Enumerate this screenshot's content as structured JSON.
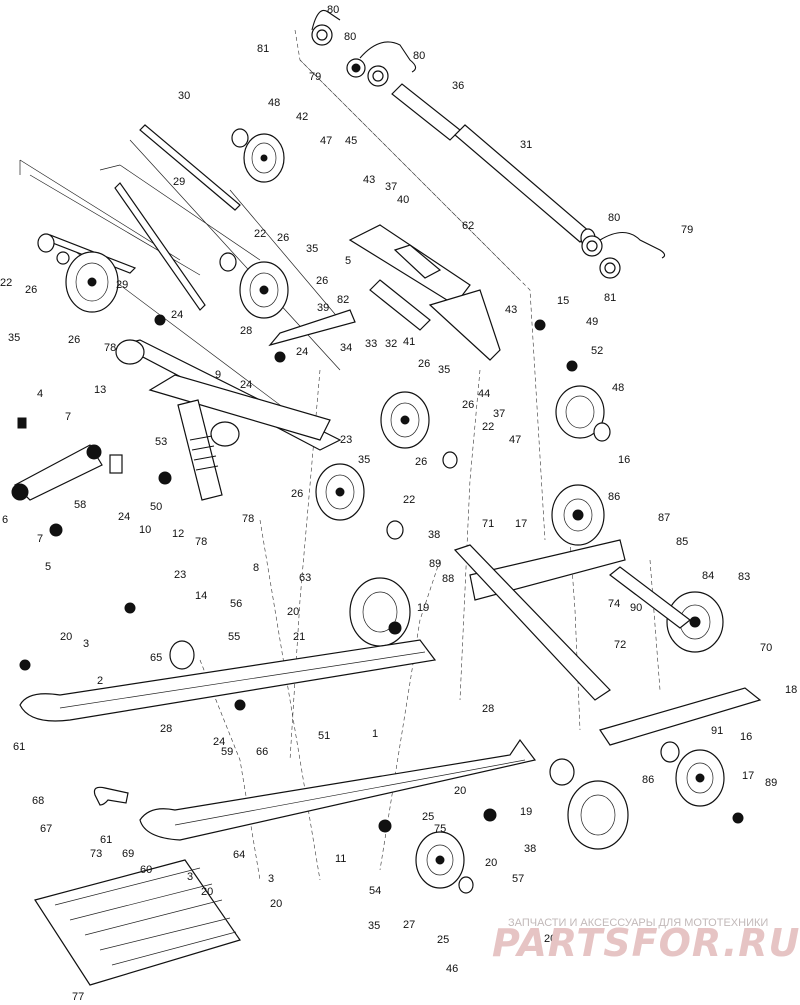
{
  "diagram": {
    "callouts": {
      "c80a": "80",
      "c81a": "81",
      "c79a": "79",
      "c80b": "80",
      "c80c": "80",
      "c36": "36",
      "c30": "30",
      "c48a": "48",
      "c42": "42",
      "c47a": "47",
      "c45": "45",
      "c31": "31",
      "c29a": "29",
      "c43a": "43",
      "c37a": "37",
      "c40": "40",
      "c22a": "22",
      "c26a": "26",
      "c62": "62",
      "c80d": "80",
      "c79b": "79",
      "c22b": "22",
      "c26b": "26",
      "c35a": "35",
      "c29b": "29",
      "c26c": "26",
      "c35b": "35",
      "c5a": "5",
      "c26d": "26",
      "c81b": "81",
      "c39": "39",
      "c82": "82",
      "c15": "15",
      "c24a": "24",
      "c28a": "28",
      "c78a": "78",
      "c24b": "24",
      "c34": "34",
      "c33": "33",
      "c32": "32",
      "c41": "41",
      "c43b": "43",
      "c49": "49",
      "c26e": "26",
      "c52": "52",
      "c13": "13",
      "c9": "9",
      "c24c": "24",
      "c35c": "35",
      "c4": "4",
      "c44": "44",
      "c26f": "26",
      "c48b": "48",
      "c7a": "7",
      "c37b": "37",
      "c47b": "47",
      "c22c": "22",
      "c53": "53",
      "c23a": "23",
      "c35d": "35",
      "c26g": "26",
      "c16a": "16",
      "c6": "6",
      "c58": "58",
      "c24d": "24",
      "c50": "50",
      "c26h": "26",
      "c22d": "22",
      "c7b": "7",
      "c10": "10",
      "c12": "12",
      "c78b": "78",
      "c86a": "86",
      "c17a": "17",
      "c87": "87",
      "c5b": "5",
      "c78c": "78",
      "c71": "71",
      "c38a": "38",
      "c85": "85",
      "c8": "8",
      "c63": "63",
      "c89a": "89",
      "c88": "88",
      "c84": "84",
      "c83": "83",
      "c23b": "23",
      "c20a": "20",
      "c19a": "19",
      "c74": "74",
      "c90": "90",
      "c14": "14",
      "c56": "56",
      "c21": "21",
      "c72": "72",
      "c70": "70",
      "c20b": "20",
      "c3a": "3",
      "c55": "55",
      "c65": "65",
      "c18": "18",
      "c2": "2",
      "c61a": "61",
      "c24e": "24",
      "c28b": "28",
      "c28c": "28",
      "c51": "51",
      "c1": "1",
      "c91": "91",
      "c16b": "16",
      "c59": "59",
      "c66": "66",
      "c86b": "86",
      "c68": "68",
      "c17b": "17",
      "c89b": "89",
      "c19b": "19",
      "c20c": "20",
      "c67": "67",
      "c61b": "61",
      "c25a": "25",
      "c75": "75",
      "c69": "69",
      "c60": "60",
      "c3b": "3",
      "c64": "64",
      "c11": "11",
      "c3c": "3",
      "c20d": "20",
      "c38b": "38",
      "c20e": "20",
      "c73": "73",
      "c54": "54",
      "c20f": "20",
      "c57": "57",
      "c35e": "35",
      "c27": "27",
      "c25b": "25",
      "c20g": "20",
      "c46": "46",
      "c77": "77"
    }
  },
  "watermark": {
    "tagline": "ЗАПЧАСТИ И АКСЕССУАРЫ ДЛЯ МОТОТЕХНИКИ",
    "brand": "PARTSFOR.RU",
    "brand_color": "#e6c4c4"
  }
}
